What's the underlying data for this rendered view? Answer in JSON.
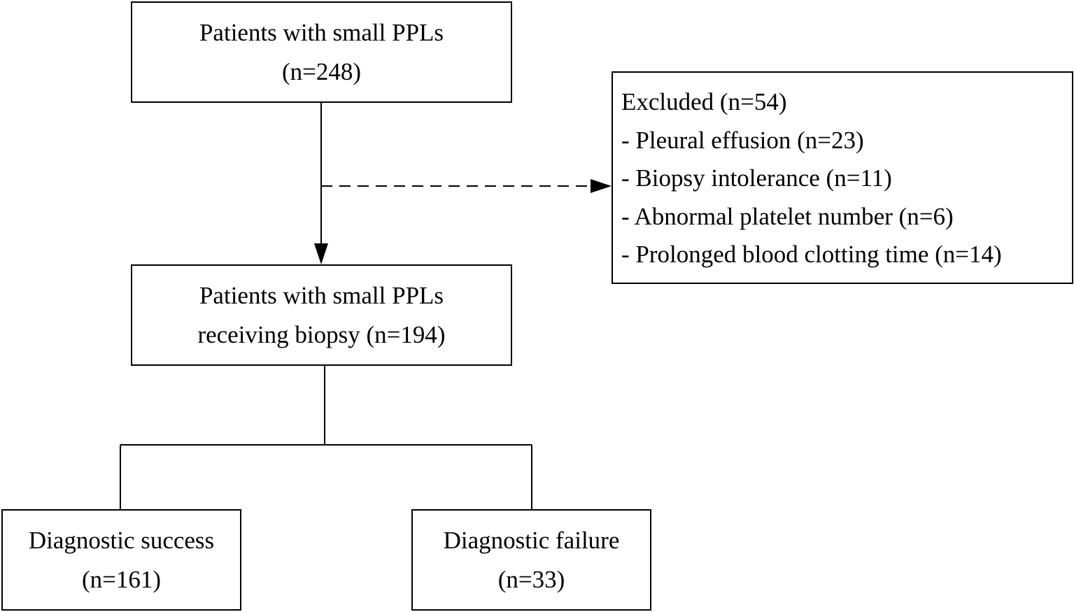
{
  "boxes": {
    "patients": {
      "line1": "Patients with small PPLs",
      "line2": "(n=248)"
    },
    "excluded": {
      "title": "Excluded (n=54)",
      "items": [
        "- Pleural effusion (n=23)",
        "- Biopsy intolerance (n=11)",
        "- Abnormal platelet number (n=6)",
        "- Prolonged blood clotting time (n=14)"
      ]
    },
    "biopsy": {
      "line1": "Patients with small PPLs",
      "line2": "receiving biopsy (n=194)"
    },
    "success": {
      "line1": "Diagnostic success",
      "line2": "(n=161)"
    },
    "failure": {
      "line1": "Diagnostic failure",
      "line2": "(n=33)"
    }
  },
  "colors": {
    "stroke": "#000000",
    "background": "#ffffff"
  }
}
